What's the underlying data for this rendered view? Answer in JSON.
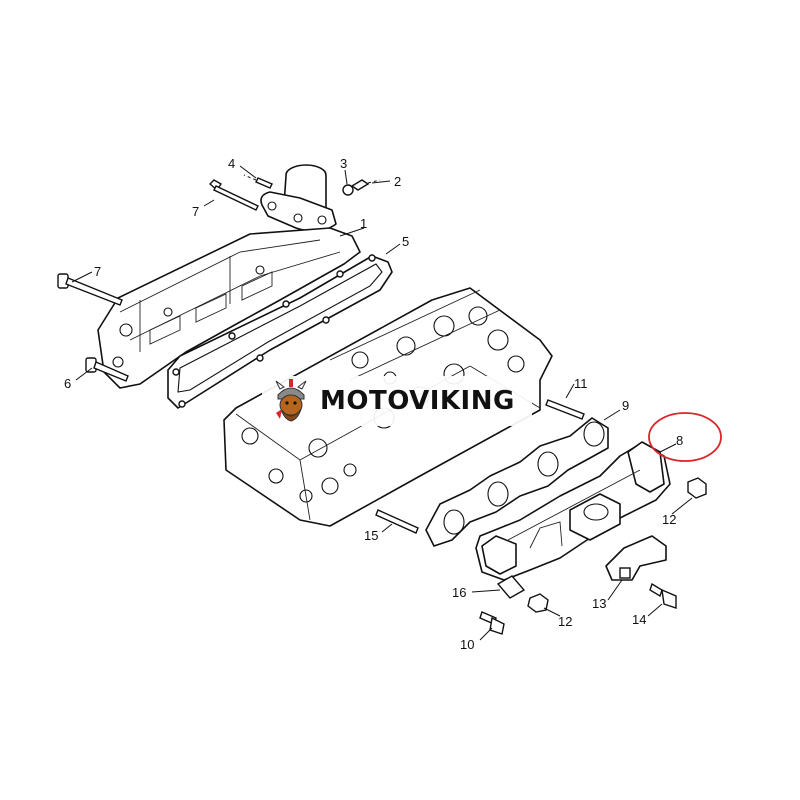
{
  "diagram": {
    "callouts": [
      "1",
      "2",
      "3",
      "4",
      "5",
      "6",
      "7",
      "7",
      "8",
      "9",
      "10",
      "11",
      "12",
      "12",
      "13",
      "14",
      "15",
      "16"
    ],
    "highlight_color": "#d9262b",
    "line_color": "#111111"
  },
  "brand": {
    "name": "MOTOVIKING",
    "logo_icon": "viking-head-icon",
    "logo_colors": [
      "#b5651d",
      "#d9262b"
    ]
  }
}
